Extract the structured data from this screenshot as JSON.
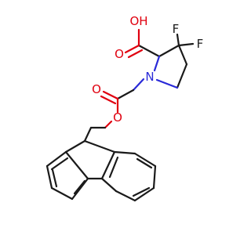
{
  "molecule": {
    "atoms": {
      "hydroxyl_oxygen": "OH",
      "carbonyl_oxygen_acid": "O",
      "fluorine_top": "F",
      "fluorine_right": "F",
      "nitrogen": "N",
      "carbonyl_oxygen_carbamate": "O",
      "ester_oxygen": "O"
    },
    "colors": {
      "bond": "#1a1a1a",
      "oxygen": "#e0000f",
      "nitrogen": "#2a2ad8",
      "fluorine": "#1a1a1a"
    }
  }
}
